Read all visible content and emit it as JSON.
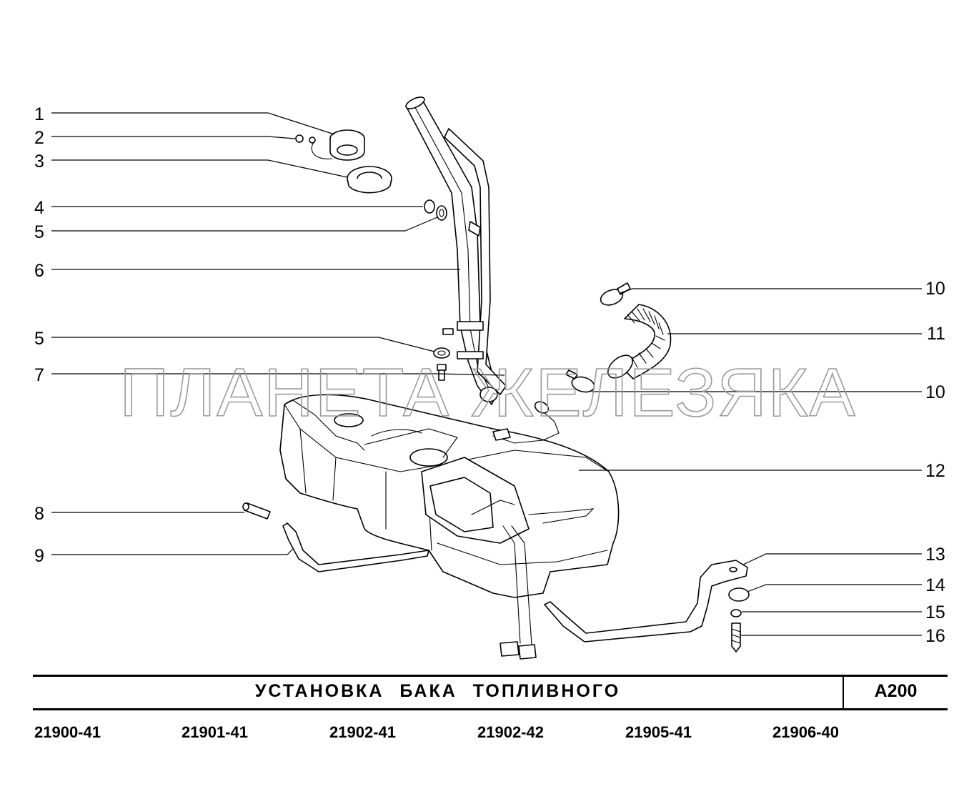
{
  "callouts": {
    "c1": "1",
    "c2": "2",
    "c3": "3",
    "c4": "4",
    "c5a": "5",
    "c6": "6",
    "c5b": "5",
    "c7": "7",
    "c8": "8",
    "c9": "9",
    "c10a": "10",
    "c11": "11",
    "c10b": "10",
    "c12": "12",
    "c13": "13",
    "c14": "14",
    "c15": "15",
    "c16": "16"
  },
  "watermark": "ПЛАНЕТА ЖЕЛЕЗЯКА",
  "title": "УСТАНОВКА  БАКА  ТОПЛИВНОГО",
  "sheet_code": "A200",
  "models": [
    "21900-41",
    "21901-41",
    "21902-41",
    "21902-42",
    "21905-41",
    "21906-40"
  ]
}
